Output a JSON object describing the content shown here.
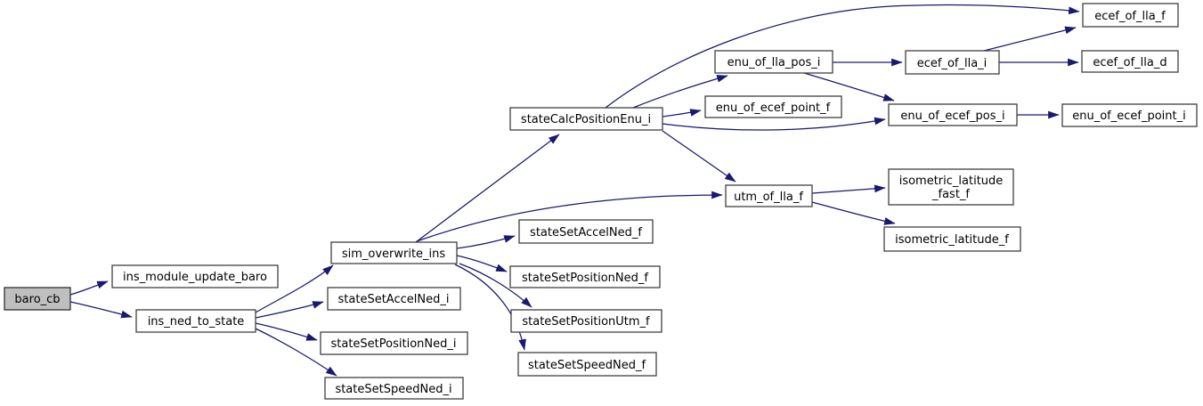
{
  "diagram": {
    "type": "doxygen-call-graph",
    "root_function": "baro_cb",
    "nodes": [
      {
        "id": "baro_cb",
        "label": "baro_cb",
        "root": true
      },
      {
        "id": "ins_module_update_baro",
        "label": "ins_module_update_baro"
      },
      {
        "id": "ins_ned_to_state",
        "label": "ins_ned_to_state"
      },
      {
        "id": "sim_overwrite_ins",
        "label": "sim_overwrite_ins"
      },
      {
        "id": "stateSetAccelNed_i",
        "label": "stateSetAccelNed_i"
      },
      {
        "id": "stateSetPositionNed_i",
        "label": "stateSetPositionNed_i"
      },
      {
        "id": "stateSetSpeedNed_i",
        "label": "stateSetSpeedNed_i"
      },
      {
        "id": "stateCalcPositionEnu_i",
        "label": "stateCalcPositionEnu_i"
      },
      {
        "id": "stateSetAccelNed_f",
        "label": "stateSetAccelNed_f"
      },
      {
        "id": "stateSetPositionNed_f",
        "label": "stateSetPositionNed_f"
      },
      {
        "id": "stateSetPositionUtm_f",
        "label": "stateSetPositionUtm_f"
      },
      {
        "id": "stateSetSpeedNed_f",
        "label": "stateSetSpeedNed_f"
      },
      {
        "id": "enu_of_lla_pos_i",
        "label": "enu_of_lla_pos_i"
      },
      {
        "id": "enu_of_ecef_point_f",
        "label": "enu_of_ecef_point_f"
      },
      {
        "id": "utm_of_lla_f",
        "label": "utm_of_lla_f"
      },
      {
        "id": "ecef_of_lla_i",
        "label": "ecef_of_lla_i"
      },
      {
        "id": "enu_of_ecef_pos_i",
        "label": "enu_of_ecef_pos_i"
      },
      {
        "id": "isometric_latitude_fast_f",
        "label": "isometric_latitude_fast_f",
        "lines": [
          "isometric_latitude",
          "_fast_f"
        ]
      },
      {
        "id": "isometric_latitude_f",
        "label": "isometric_latitude_f"
      },
      {
        "id": "ecef_of_lla_f",
        "label": "ecef_of_lla_f"
      },
      {
        "id": "ecef_of_lla_d",
        "label": "ecef_of_lla_d"
      },
      {
        "id": "enu_of_ecef_point_i",
        "label": "enu_of_ecef_point_i"
      }
    ],
    "edges": [
      {
        "from": "baro_cb",
        "to": "ins_module_update_baro"
      },
      {
        "from": "baro_cb",
        "to": "ins_ned_to_state"
      },
      {
        "from": "ins_ned_to_state",
        "to": "sim_overwrite_ins"
      },
      {
        "from": "ins_ned_to_state",
        "to": "stateSetAccelNed_i"
      },
      {
        "from": "ins_ned_to_state",
        "to": "stateSetPositionNed_i"
      },
      {
        "from": "ins_ned_to_state",
        "to": "stateSetSpeedNed_i"
      },
      {
        "from": "sim_overwrite_ins",
        "to": "stateCalcPositionEnu_i"
      },
      {
        "from": "sim_overwrite_ins",
        "to": "utm_of_lla_f"
      },
      {
        "from": "sim_overwrite_ins",
        "to": "stateSetAccelNed_f"
      },
      {
        "from": "sim_overwrite_ins",
        "to": "stateSetPositionNed_f"
      },
      {
        "from": "sim_overwrite_ins",
        "to": "stateSetPositionUtm_f"
      },
      {
        "from": "sim_overwrite_ins",
        "to": "stateSetSpeedNed_f"
      },
      {
        "from": "stateCalcPositionEnu_i",
        "to": "ecef_of_lla_f"
      },
      {
        "from": "stateCalcPositionEnu_i",
        "to": "enu_of_lla_pos_i"
      },
      {
        "from": "stateCalcPositionEnu_i",
        "to": "enu_of_ecef_point_f"
      },
      {
        "from": "stateCalcPositionEnu_i",
        "to": "enu_of_ecef_pos_i"
      },
      {
        "from": "stateCalcPositionEnu_i",
        "to": "utm_of_lla_f"
      },
      {
        "from": "enu_of_lla_pos_i",
        "to": "ecef_of_lla_i"
      },
      {
        "from": "enu_of_lla_pos_i",
        "to": "enu_of_ecef_pos_i"
      },
      {
        "from": "ecef_of_lla_i",
        "to": "ecef_of_lla_f"
      },
      {
        "from": "ecef_of_lla_i",
        "to": "ecef_of_lla_d"
      },
      {
        "from": "enu_of_ecef_pos_i",
        "to": "enu_of_ecef_point_i"
      },
      {
        "from": "utm_of_lla_f",
        "to": "isometric_latitude_fast_f"
      },
      {
        "from": "utm_of_lla_f",
        "to": "isometric_latitude_f"
      }
    ],
    "colors": {
      "edge": "#191970",
      "node_border": "#404040",
      "node_fill": "#ffffff",
      "root_node_fill": "#bfbfbf",
      "text": "#000000",
      "background": "#ffffff"
    }
  }
}
